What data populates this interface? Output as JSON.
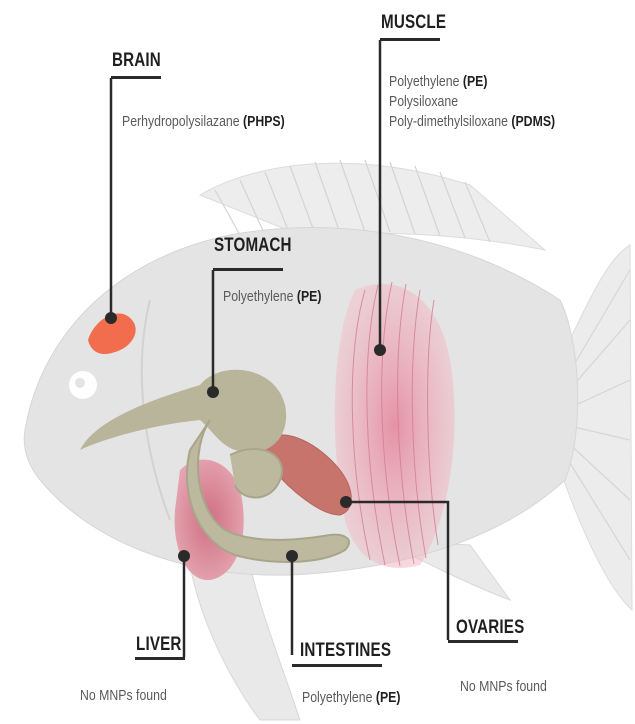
{
  "organs": {
    "brain": {
      "title": "BRAIN",
      "lines": [
        {
          "text": "Perhydropolysilazane",
          "abbr": "(PHPS)"
        }
      ]
    },
    "muscle": {
      "title": "MUSCLE",
      "lines": [
        {
          "text": "Polyethylene",
          "abbr": "(PE)"
        },
        {
          "text": "Polysiloxane",
          "abbr": ""
        },
        {
          "text": "Poly-dimethylsiloxane",
          "abbr": "(PDMS)"
        }
      ]
    },
    "stomach": {
      "title": "STOMACH",
      "lines": [
        {
          "text": "Polyethylene",
          "abbr": "(PE)"
        }
      ]
    },
    "liver": {
      "title": "LIVER",
      "lines": [
        {
          "text": "No MNPs found",
          "abbr": ""
        }
      ]
    },
    "intestines": {
      "title": "INTESTINES",
      "lines": [
        {
          "text": "Polyethylene",
          "abbr": "(PE)"
        }
      ]
    },
    "ovaries": {
      "title": "OVARIES",
      "lines": [
        {
          "text": "No MNPs found",
          "abbr": ""
        }
      ]
    }
  },
  "colors": {
    "fish_body": "#e4e4e4",
    "fins": "#eeeeee",
    "brain": "#f26d4d",
    "muscle": "#e9a0b0",
    "gut": "#b9b59a",
    "liver": "#d98595",
    "ovaries": "#c7746c",
    "leader": "#2a2a2a"
  }
}
